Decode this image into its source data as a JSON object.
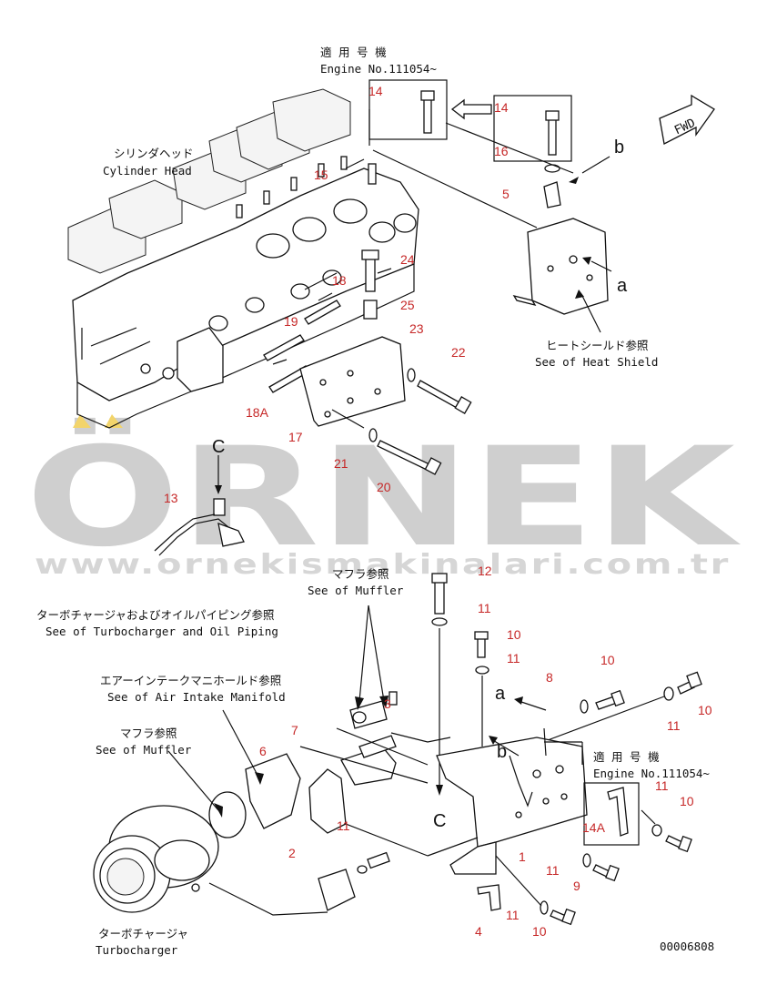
{
  "labels": {
    "applicable_ja_top": "適 用 号 機",
    "engine_no_top": "Engine No.111054~",
    "cylinder_head_ja": "シリンダヘッド",
    "cylinder_head_en": "Cylinder Head",
    "heat_shield_ja": "ヒートシールド参照",
    "heat_shield_en": "See of Heat Shield",
    "turbo_oil_ja": "ターボチャージャおよびオイルパイピング参照",
    "turbo_oil_en": "See of Turbocharger and Oil Piping",
    "muffler_ja_1": "マフラ参照",
    "muffler_en_1": "See of Muffler",
    "air_intake_ja": "エアーインテークマニホールド参照",
    "air_intake_en": "See of Air Intake Manifold",
    "muffler_ja_2": "マフラ参照",
    "muffler_en_2": "See of Muffler",
    "applicable_ja_bottom": "適 用 号 機",
    "engine_no_bottom": "Engine No.111054~",
    "turbo_ja": "ターボチャージャ",
    "turbo_en": "Turbocharger",
    "fwd": "FWD",
    "drawing_no": "00006808"
  },
  "letters": {
    "a1": "a",
    "a2": "a",
    "b1": "b",
    "b2": "b",
    "c1": "C",
    "c2": "C"
  },
  "watermark": {
    "brand": "ÖRNEK",
    "url": "www.ornekismakinalari.com.tr"
  },
  "callouts": {
    "p14_left": "14",
    "p14_right": "14",
    "p16": "16",
    "p5": "5",
    "p15": "15",
    "p24": "24",
    "p18": "18",
    "p25": "25",
    "p19": "19",
    "p23": "23",
    "p22": "22",
    "p18A": "18A",
    "p17": "17",
    "p21": "21",
    "p20": "20",
    "p13": "13",
    "p12": "12",
    "p11_a": "11",
    "p10_a": "10",
    "p11_b": "11",
    "p10_b": "10",
    "p8": "8",
    "p11_c": "11",
    "p10_c": "10",
    "p3": "3",
    "p7": "7",
    "p6": "6",
    "p11_d": "11",
    "p11_e": "11",
    "p10_d": "10",
    "p14A": "14A",
    "p2": "2",
    "p1": "1",
    "p11_f": "11",
    "p9": "9",
    "p11_g": "11",
    "p10_e": "10",
    "p4": "4"
  }
}
